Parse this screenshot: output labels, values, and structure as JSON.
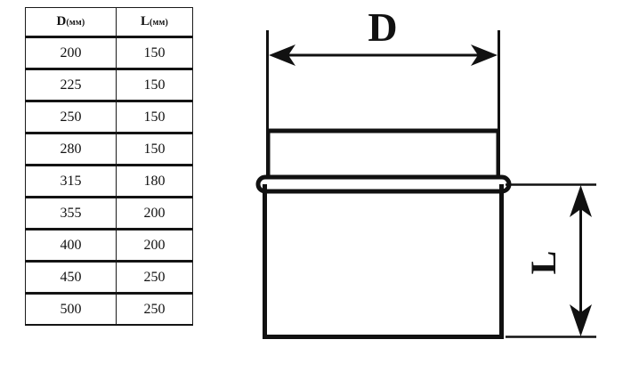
{
  "table": {
    "headers": [
      {
        "symbol": "D",
        "unit": "(мм)"
      },
      {
        "symbol": "L",
        "unit": "(мм)"
      }
    ],
    "rows": [
      {
        "d": "200",
        "l": "150"
      },
      {
        "d": "225",
        "l": "150"
      },
      {
        "d": "250",
        "l": "150"
      },
      {
        "d": "280",
        "l": "150"
      },
      {
        "d": "315",
        "l": "180"
      },
      {
        "d": "355",
        "l": "200"
      },
      {
        "d": "400",
        "l": "200"
      },
      {
        "d": "450",
        "l": "250"
      },
      {
        "d": "500",
        "l": "250"
      }
    ]
  },
  "drawing": {
    "dimension_d_label": "D",
    "dimension_l_label": "L",
    "line_color": "#111111"
  }
}
